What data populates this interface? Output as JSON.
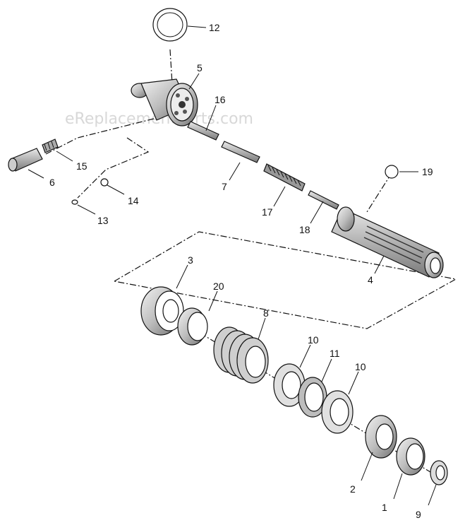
{
  "watermark": "eReplacementParts.com",
  "callouts": [
    "12",
    "5",
    "16",
    "6",
    "15",
    "7",
    "14",
    "13",
    "17",
    "18",
    "19",
    "4",
    "3",
    "20",
    "8",
    "10",
    "11",
    "10",
    "2",
    "1",
    "9"
  ]
}
